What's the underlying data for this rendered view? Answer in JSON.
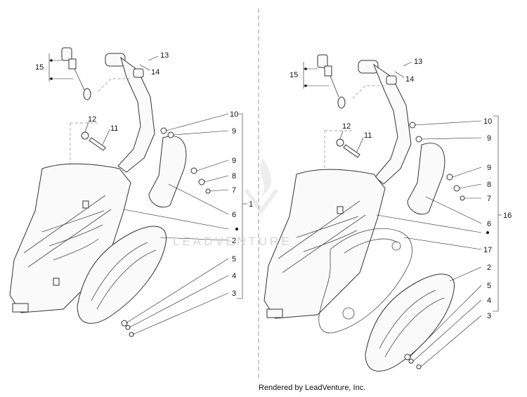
{
  "diagram": {
    "left_callouts": [
      "15",
      "13",
      "14",
      "12",
      "11",
      "10",
      "9",
      "9",
      "8",
      "7",
      "6",
      "1",
      "2",
      "5",
      "4",
      "3"
    ],
    "right_callouts": [
      "15",
      "13",
      "14",
      "12",
      "11",
      "10",
      "9",
      "9",
      "8",
      "7",
      "6",
      "16",
      "17",
      "2",
      "5",
      "4",
      "3"
    ]
  },
  "watermark": "LEADVENTURE",
  "footer": "Rendered by LeadVenture, Inc.",
  "colors": {
    "line": "#333333",
    "watermark": "#d6d6d6"
  }
}
